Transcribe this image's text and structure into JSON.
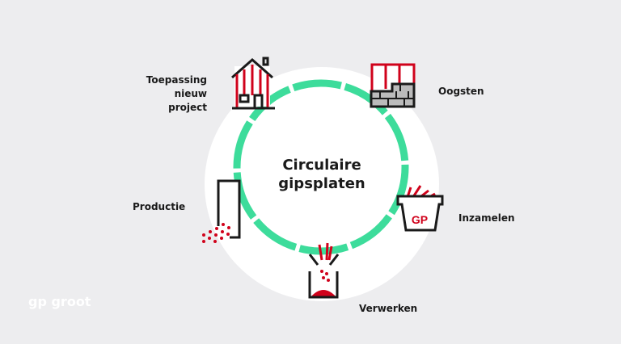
{
  "center_title": [
    "Circulaire",
    "gipsplaten"
  ],
  "stages": [
    {
      "label_lines": [
        "Toepassing",
        "nieuw project"
      ],
      "icon": "house-icon"
    },
    {
      "label_lines": [
        "Oogsten"
      ],
      "icon": "wall-bricks-icon"
    },
    {
      "label_lines": [
        "Inzamelen"
      ],
      "icon": "container-icon"
    },
    {
      "label_lines": [
        "Verwerken"
      ],
      "icon": "processing-bin-icon"
    },
    {
      "label_lines": [
        "Productie"
      ],
      "icon": "silo-powder-icon"
    }
  ],
  "logo": "gp groot",
  "colors": {
    "background": "#ededef",
    "ring": "#3ddc9b",
    "accent": "#d0021b",
    "ink": "#1a1a1a"
  }
}
